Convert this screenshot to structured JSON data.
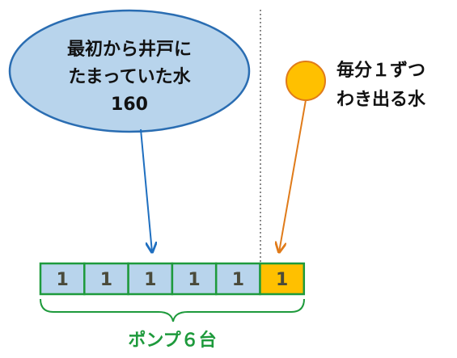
{
  "ellipse_text": {
    "line1": "最初から井戸に",
    "line2": "たまっていた水",
    "line3": "160"
  },
  "spring_text": {
    "line1": "毎分１ずつ",
    "line2": "わき出る水"
  },
  "cells": [
    {
      "value": "1",
      "kind": "initial"
    },
    {
      "value": "1",
      "kind": "initial"
    },
    {
      "value": "1",
      "kind": "initial"
    },
    {
      "value": "1",
      "kind": "initial"
    },
    {
      "value": "1",
      "kind": "initial"
    },
    {
      "value": "1",
      "kind": "spring"
    }
  ],
  "brace_label": "ポンプ６台",
  "colors": {
    "ellipse_fill": "#b8d4ec",
    "ellipse_stroke": "#2a6db2",
    "blue_arrow": "#1f6fc0",
    "orange": "#e07b1a",
    "sun_fill": "#ffc000",
    "cell_initial": "#b8d4ec",
    "cell_spring": "#ffc000",
    "cell_border": "#1e9a3c",
    "cell_text": "#4a4a3a",
    "green_text": "#1e9a3c",
    "divider": "#666666"
  }
}
